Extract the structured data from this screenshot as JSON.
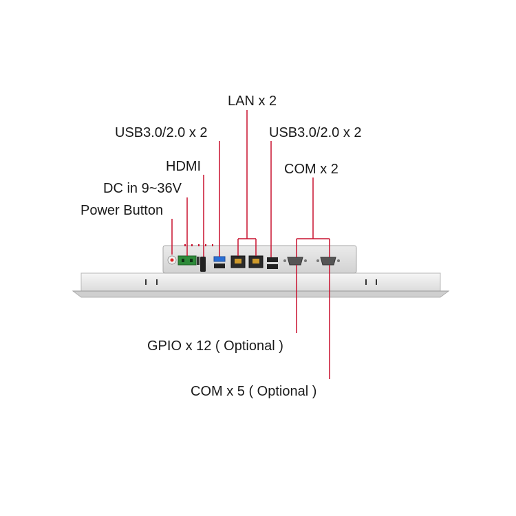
{
  "labels": {
    "lan": "LAN x 2",
    "usb_left": "USB3.0/2.0 x 2",
    "usb_right": "USB3.0/2.0 x 2",
    "hdmi": "HDMI",
    "com_right": "COM x 2",
    "dc_in": "DC in 9~36V",
    "power_button": "Power Button",
    "gpio": "GPIO x 12 ( Optional )",
    "com_optional": "COM x 5 ( Optional )"
  },
  "colors": {
    "leader_line": "#c8102e",
    "panel_fill": "#eeeeee",
    "io_box_fill": "#dedede",
    "text": "#1a1a1a",
    "usb_blue": "#2a6fd6",
    "terminal_green": "#2e8b3a"
  }
}
